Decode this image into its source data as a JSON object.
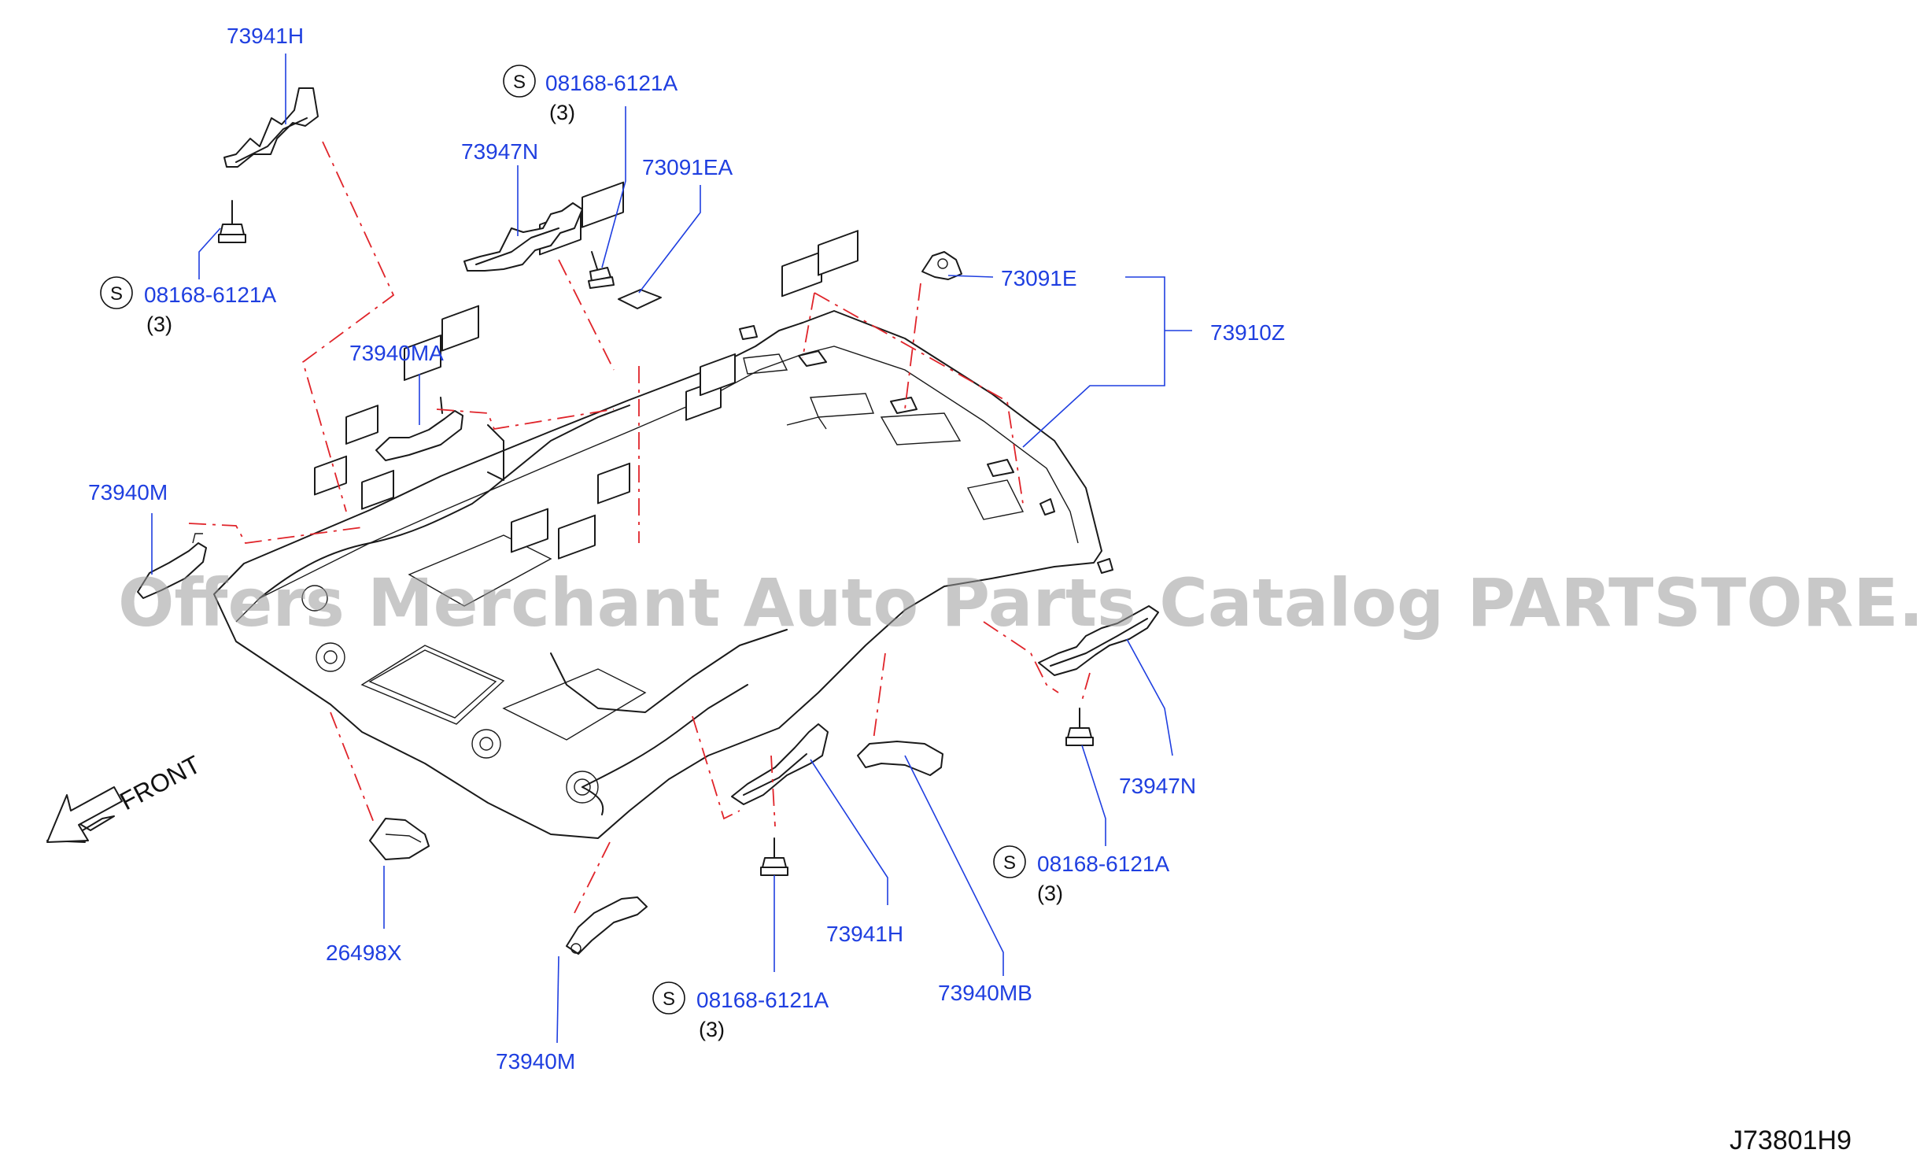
{
  "labels": {
    "bracket_top_left": "73941H",
    "screw_top_center": "08168-6121A",
    "screw_top_center_qty": "(3)",
    "bracket_n_top": "73947N",
    "pad_ea": "73091EA",
    "screw_left": "08168-6121A",
    "screw_left_qty": "(3)",
    "clip_e": "73091E",
    "headlining": "73910Z",
    "grip_ma": "73940MA",
    "grip_m_left": "73940M",
    "bracket_n_right": "73947N",
    "screw_right": "08168-6121A",
    "screw_right_qty": "(3)",
    "lamp_26498x": "26498X",
    "bracket_h_bottom": "73941H",
    "grip_mb": "73940MB",
    "screw_bottom": "08168-6121A",
    "screw_bottom_qty": "(3)",
    "grip_m_bottom": "73940M"
  },
  "screw_symbol": "S",
  "front_label": "FRONT",
  "watermark": "Offers Merchant Auto Parts Catalog PARTSTORE.SA",
  "diagram_ref": "J73801H9",
  "colors": {
    "part_number": "#1f3fe0",
    "leader_line": "#1f3fe0",
    "phantom_line": "#e0242a",
    "outline": "#1a1a1a",
    "watermark": "#9a9a9a"
  }
}
